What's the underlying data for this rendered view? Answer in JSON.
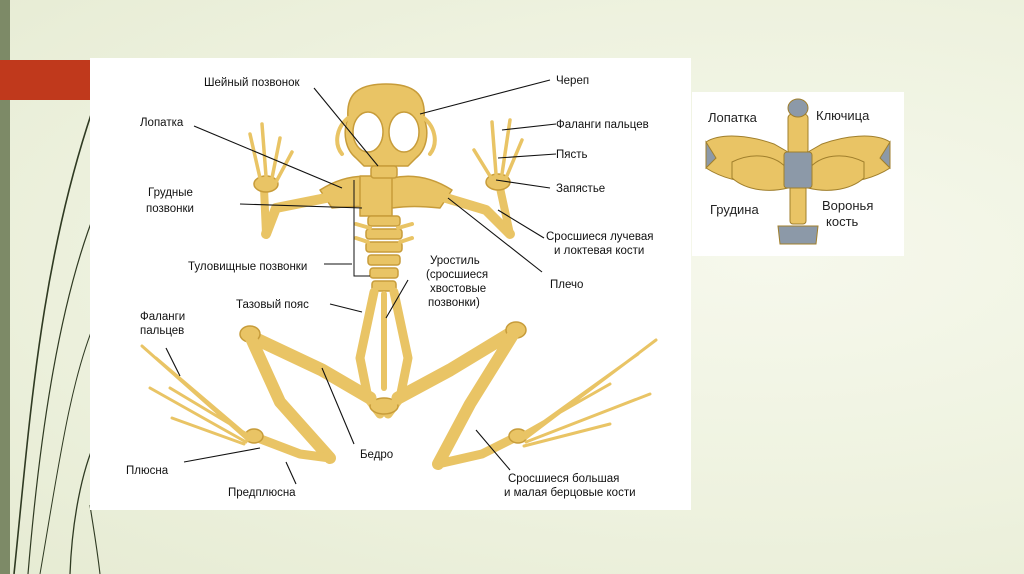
{
  "colors": {
    "bone": "#e9c465",
    "bone_dark": "#c79c3a",
    "cartilage": "#8c99a8",
    "accent_red": "#c0391c",
    "frame_green": "#7d8a67"
  },
  "main_labels": {
    "cervical": "Шейный позвонок",
    "skull": "Череп",
    "scapula": "Лопатка",
    "finger_phalanges": "Фаланги пальцев",
    "metacarpus": "Пясть",
    "wrist": "Запястье",
    "thoracic_1": "Грудные",
    "thoracic_2": "позвонки",
    "radioulna_1": "Сросшиеся лучевая",
    "radioulna_2": "и локтевая кости",
    "trunk": "Туловищные позвонки",
    "urostyle_1": "Уростиль",
    "urostyle_2": "(сросшиеся",
    "urostyle_3": "хвостовые",
    "urostyle_4": "позвонки)",
    "humerus": "Плечо",
    "pelvic": "Тазовый пояс",
    "toe_phalanges_1": "Фаланги",
    "toe_phalanges_2": "пальцев",
    "femur": "Бедро",
    "metatarsus": "Плюсна",
    "tarsus": "Предплюсна",
    "tibiofibula_1": "Сросшиеся большая",
    "tibiofibula_2": "и малая берцовые кости"
  },
  "inset_labels": {
    "scapula": "Лопатка",
    "clavicle": "Ключица",
    "sternum": "Грудина",
    "coracoid_1": "Воронья",
    "coracoid_2": "кость"
  }
}
